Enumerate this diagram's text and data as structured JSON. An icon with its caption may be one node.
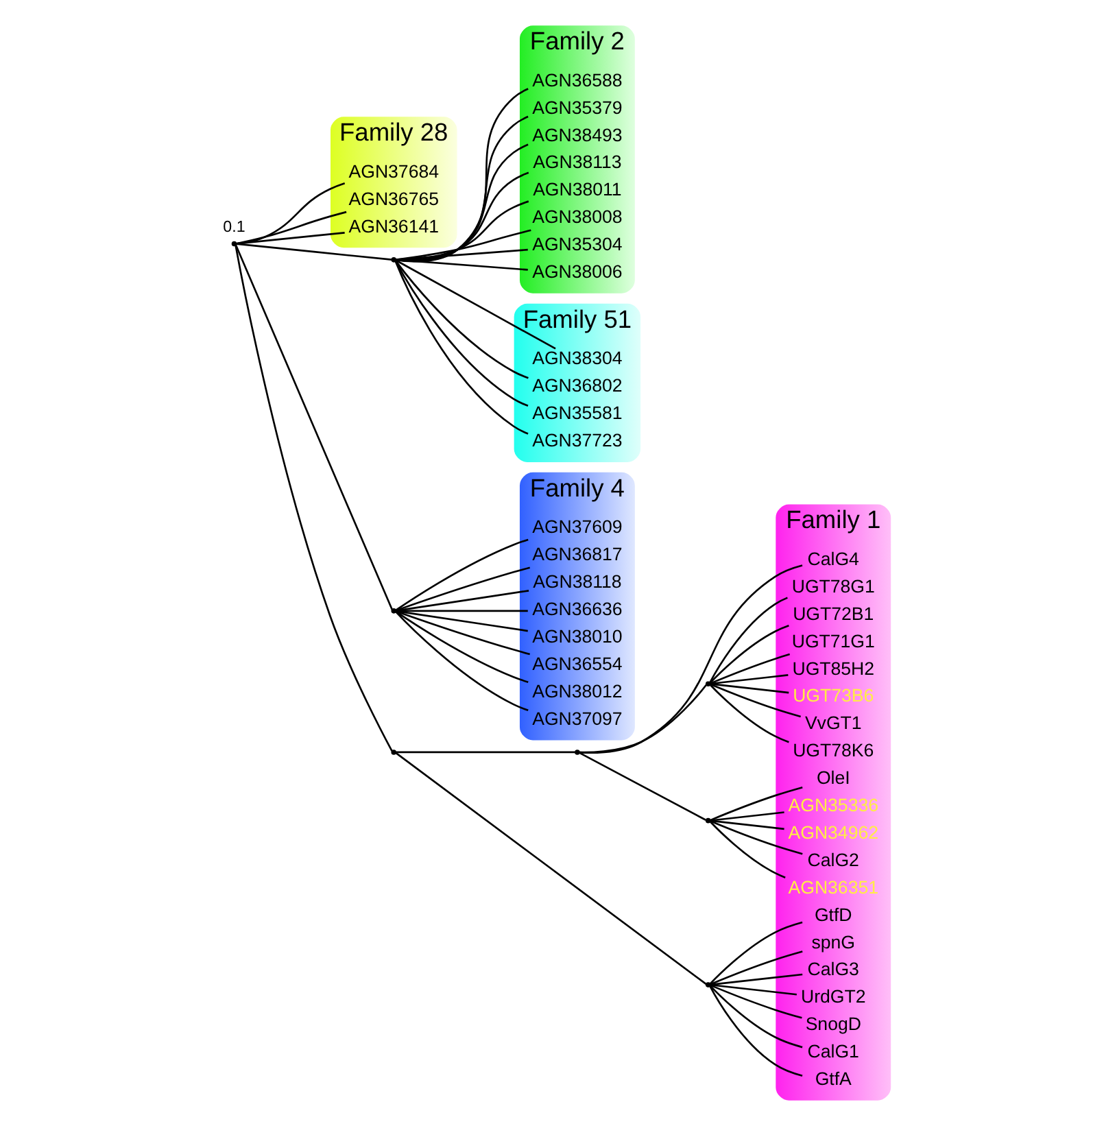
{
  "diagram": {
    "nodes": [
      {
        "text": [
          "Family 2"
        ]
      },
      {
        "text": [
          "AGN36588"
        ],
        "in": 0
      },
      {
        "text": [
          "AGN35379"
        ],
        "in": 0
      },
      {
        "text": [
          "AGN38493"
        ],
        "in": 0
      },
      {
        "text": [
          "AGN38113"
        ],
        "in": 0
      },
      {
        "text": [
          "AGN38011"
        ],
        "in": 0
      },
      {
        "text": [
          "AGN38008"
        ],
        "in": 0
      },
      {
        "text": [
          "AGN35304"
        ],
        "in": 0
      },
      {
        "text": [
          "AGN38006"
        ],
        "in": 0
      },
      {
        "text": [
          "Family 4"
        ]
      },
      {
        "text": [
          "AGN37609"
        ],
        "in": 9
      },
      {
        "text": [
          "AGN36817"
        ],
        "in": 9
      },
      {
        "text": [
          "AGN38118"
        ],
        "in": 9
      },
      {
        "text": [
          "AGN36636"
        ],
        "in": 9
      },
      {
        "text": [
          "AGN38010"
        ],
        "in": 9
      },
      {
        "text": [
          "AGN36554"
        ],
        "in": 9
      },
      {
        "text": [
          "AGN38012"
        ],
        "in": 9
      },
      {
        "text": [
          "AGN37097"
        ],
        "in": 9
      },
      {
        "text": [
          "Family 28"
        ]
      },
      {
        "text": [
          "AGN37684"
        ],
        "in": 18
      },
      {
        "text": [
          "AGN36765"
        ],
        "in": 18
      },
      {
        "text": [
          "AGN36141"
        ],
        "in": 18
      },
      {
        "text": [
          "Family 1"
        ]
      },
      {
        "text": [
          "VvGT1"
        ],
        "in": 22
      },
      {
        "text": [
          "UGT78K6"
        ],
        "in": 22
      },
      {
        "text": [
          "UGT78G1"
        ],
        "in": 22
      },
      {
        "text": [
          "UGT72B1"
        ],
        "in": 22
      },
      {
        "text": [
          "UGT71G1"
        ],
        "in": 22
      },
      {
        "text": [
          "UGT85H2"
        ],
        "in": 22
      },
      {
        "text": [
          "UGT73B6"
        ],
        "in": 22
      },
      {
        "text": [
          "AGN36351"
        ],
        "in": 22
      },
      {
        "text": [
          "OleI"
        ],
        "in": 22
      },
      {
        "text": [
          "AGN35336"
        ],
        "in": 22
      },
      {
        "text": [
          "AGN34962"
        ],
        "in": 22
      },
      {
        "text": [
          "CalG2"
        ],
        "in": 22
      },
      {
        "text": [
          "CalG4"
        ],
        "in": 22
      },
      {
        "text": [
          "GtfA"
        ],
        "in": 22
      },
      {
        "text": [
          "GtfD"
        ],
        "in": 22
      },
      {
        "text": [
          "spnG"
        ],
        "in": 22
      },
      {
        "text": [
          "CalG3"
        ],
        "in": 22
      },
      {
        "text": [
          "UrdGT2"
        ],
        "in": 22
      },
      {
        "text": [
          "SnogD"
        ],
        "in": 22
      },
      {
        "text": [
          "CalG1"
        ],
        "in": 22
      },
      {
        "text": [
          "Family 51"
        ]
      },
      {
        "text": [
          "AGN38304"
        ],
        "in": 43
      },
      {
        "text": [
          "AGN36802"
        ],
        "in": 43
      },
      {
        "text": [
          "AGN35581"
        ],
        "in": 43
      },
      {
        "text": [
          "AGN37723"
        ],
        "in": 43
      },
      {
        "text": [],
        "shape": "point"
      },
      {
        "text": [],
        "shape": "point"
      },
      {
        "text": [],
        "shape": "point"
      },
      {
        "text": [],
        "shape": "point"
      },
      {
        "text": [],
        "shape": "point"
      },
      {
        "text": [],
        "shape": "point"
      },
      {
        "text": [],
        "shape": "point"
      },
      {
        "text": [],
        "shape": "point"
      }
    ],
    "edges": [
      {
        "from": 48,
        "to": 49,
        "arrow": "none"
      },
      {
        "from": 49,
        "to": 1,
        "arrow": "none"
      },
      {
        "from": 49,
        "to": 2,
        "arrow": "none"
      },
      {
        "from": 49,
        "to": 3,
        "arrow": "none"
      },
      {
        "from": 49,
        "to": 4,
        "arrow": "none"
      },
      {
        "from": 49,
        "to": 5,
        "arrow": "none"
      },
      {
        "from": 49,
        "to": 6,
        "arrow": "none"
      },
      {
        "from": 49,
        "to": 7,
        "arrow": "none"
      },
      {
        "from": 49,
        "to": 8,
        "arrow": "none"
      },
      {
        "from": 48,
        "to": 50,
        "arrow": "none"
      },
      {
        "from": 50,
        "to": 10,
        "arrow": "none"
      },
      {
        "from": 50,
        "to": 11,
        "arrow": "none"
      },
      {
        "from": 50,
        "to": 12,
        "arrow": "none"
      },
      {
        "from": 50,
        "to": 13,
        "arrow": "none"
      },
      {
        "from": 50,
        "to": 14,
        "arrow": "none"
      },
      {
        "from": 50,
        "to": 15,
        "arrow": "none"
      },
      {
        "from": 50,
        "to": 16,
        "arrow": "none"
      },
      {
        "from": 50,
        "to": 17,
        "arrow": "none"
      },
      {
        "from": 48,
        "to": 19,
        "arrow": "none"
      },
      {
        "from": 48,
        "to": 20,
        "arrow": "none"
      },
      {
        "from": 48,
        "to": 21,
        "arrow": "none"
      },
      {
        "from": 48,
        "to": 51,
        "arrow": "none"
      },
      {
        "from": 51,
        "to": 52,
        "arrow": "none"
      },
      {
        "from": 52,
        "to": 53,
        "arrow": "none"
      },
      {
        "from": 53,
        "to": 23,
        "arrow": "none"
      },
      {
        "from": 53,
        "to": 24,
        "arrow": "none"
      },
      {
        "from": 53,
        "to": 25,
        "arrow": "none"
      },
      {
        "from": 53,
        "to": 26,
        "arrow": "none"
      },
      {
        "from": 53,
        "to": 27,
        "arrow": "none"
      },
      {
        "from": 53,
        "to": 28,
        "arrow": "none"
      },
      {
        "from": 53,
        "to": 29,
        "arrow": "none"
      },
      {
        "from": 52,
        "to": 54,
        "arrow": "none"
      },
      {
        "from": 54,
        "to": 30,
        "arrow": "none"
      },
      {
        "from": 54,
        "to": 31,
        "arrow": "none"
      },
      {
        "from": 54,
        "to": 32,
        "arrow": "none"
      },
      {
        "from": 54,
        "to": 33,
        "arrow": "none"
      },
      {
        "from": 54,
        "to": 34,
        "arrow": "none"
      },
      {
        "from": 52,
        "to": 35,
        "arrow": "none"
      },
      {
        "from": 51,
        "to": 55,
        "arrow": "none"
      },
      {
        "from": 55,
        "to": 36,
        "arrow": "none"
      },
      {
        "from": 55,
        "to": 37,
        "arrow": "none"
      },
      {
        "from": 55,
        "to": 38,
        "arrow": "none"
      },
      {
        "from": 55,
        "to": 39,
        "arrow": "none"
      },
      {
        "from": 55,
        "to": 40,
        "arrow": "none"
      },
      {
        "from": 55,
        "to": 41,
        "arrow": "none"
      },
      {
        "from": 55,
        "to": 42,
        "arrow": "none"
      },
      {
        "from": 49,
        "to": 44,
        "arrow": "none"
      },
      {
        "from": 49,
        "to": 45,
        "arrow": "none"
      },
      {
        "from": 49,
        "to": 46,
        "arrow": "none"
      },
      {
        "from": 49,
        "to": 47,
        "arrow": "none"
      }
    ],
    "labels": [
      "0.1"
    ]
  }
}
